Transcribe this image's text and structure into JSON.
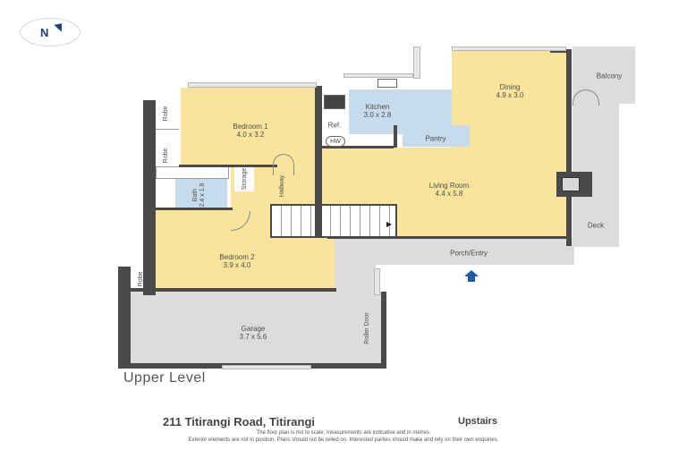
{
  "compass": {
    "label": "N",
    "icon": "north-arrow-icon"
  },
  "plan": {
    "level_label": "Upper Level",
    "rooms": [
      {
        "name": "Bedroom 1",
        "size": "4.0 x 3.2"
      },
      {
        "name": "Kitchen",
        "size": "3.0 x 2.8"
      },
      {
        "name": "Dining",
        "size": "4.9 x 3.0"
      },
      {
        "name": "Living Room",
        "size": "4.4 x 5.8"
      },
      {
        "name": "Bedroom 2",
        "size": "3.9 x 4.0"
      },
      {
        "name": "Garage",
        "size": "3.7 x 5.6"
      },
      {
        "name": "Bath",
        "size": "2.4 x 1.8"
      }
    ],
    "spaces": {
      "balcony": "Balcony",
      "deck": "Deck",
      "pantry": "Pantry",
      "porch": "Porch/Entry",
      "hallway": "Hallway",
      "storage": "Storage",
      "robe": "Robe",
      "ref": "Ref.",
      "hw": "HW",
      "roller_door": "Roller Door"
    },
    "colors": {
      "living": "#f8e49a",
      "wet": "#c6dcec",
      "exterior": "#dcdcdc",
      "wall": "#4a4a4a",
      "entry_arrow": "#1d5aa8"
    }
  },
  "footer": {
    "address": "211 Titirangi Road, Titirangi",
    "floor": "Upstairs",
    "disclaimer_1": "The floor plan is not to scale; measurements are indicative and in metres.",
    "disclaimer_2": "Exterior elements are not in position. Plans should not be relied on. Interested parties should make and rely on their own enquiries."
  }
}
